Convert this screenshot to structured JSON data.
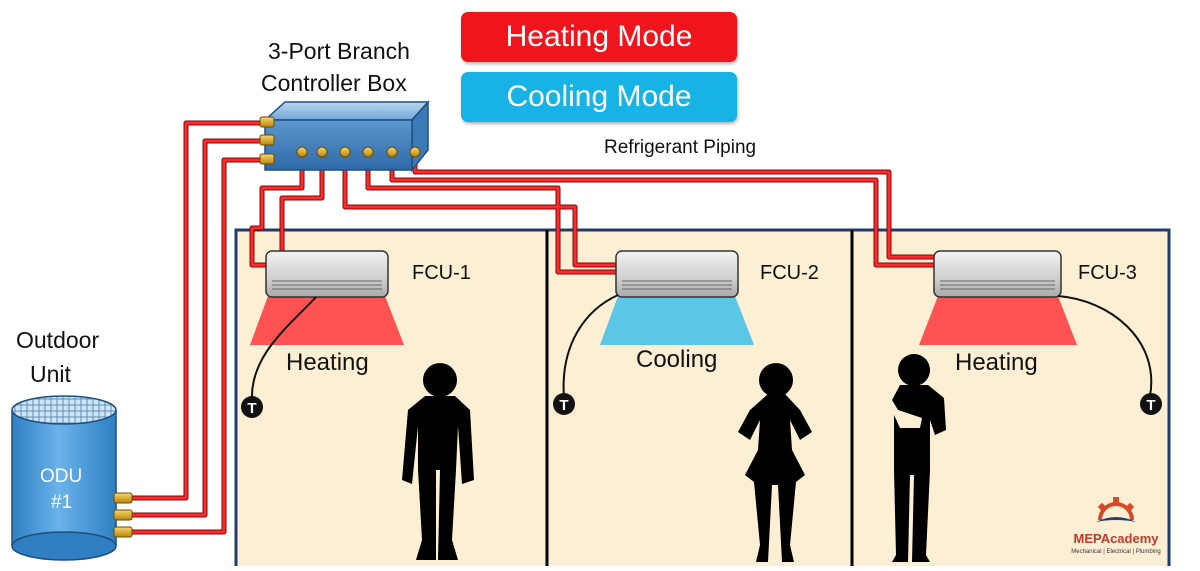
{
  "legend": {
    "heating": "Heating Mode",
    "cooling": "Cooling Mode"
  },
  "branch_box": {
    "title_line1": "3-Port Branch",
    "title_line2": "Controller Box"
  },
  "piping_label": "Refrigerant Piping",
  "outdoor_unit": {
    "label_line1": "Outdoor",
    "label_line2": "Unit",
    "tag_line1": "ODU",
    "tag_line2": "#1"
  },
  "rooms": [
    {
      "fcu": "FCU-1",
      "mode": "Heating"
    },
    {
      "fcu": "FCU-2",
      "mode": "Cooling"
    },
    {
      "fcu": "FCU-3",
      "mode": "Heating"
    }
  ],
  "thermostat_symbol": "T",
  "logo": {
    "name": "MEPAcademy",
    "tagline": "Mechanical | Electrical | Plumbing"
  },
  "colors": {
    "heating": "#ff5252",
    "heating_legend": "#f0141c",
    "cooling": "#5bc6e6",
    "cooling_legend": "#18b3e6",
    "pipe": "#e8191f",
    "room_fill": "#fdefd4",
    "room_border": "#1f3c6b"
  }
}
